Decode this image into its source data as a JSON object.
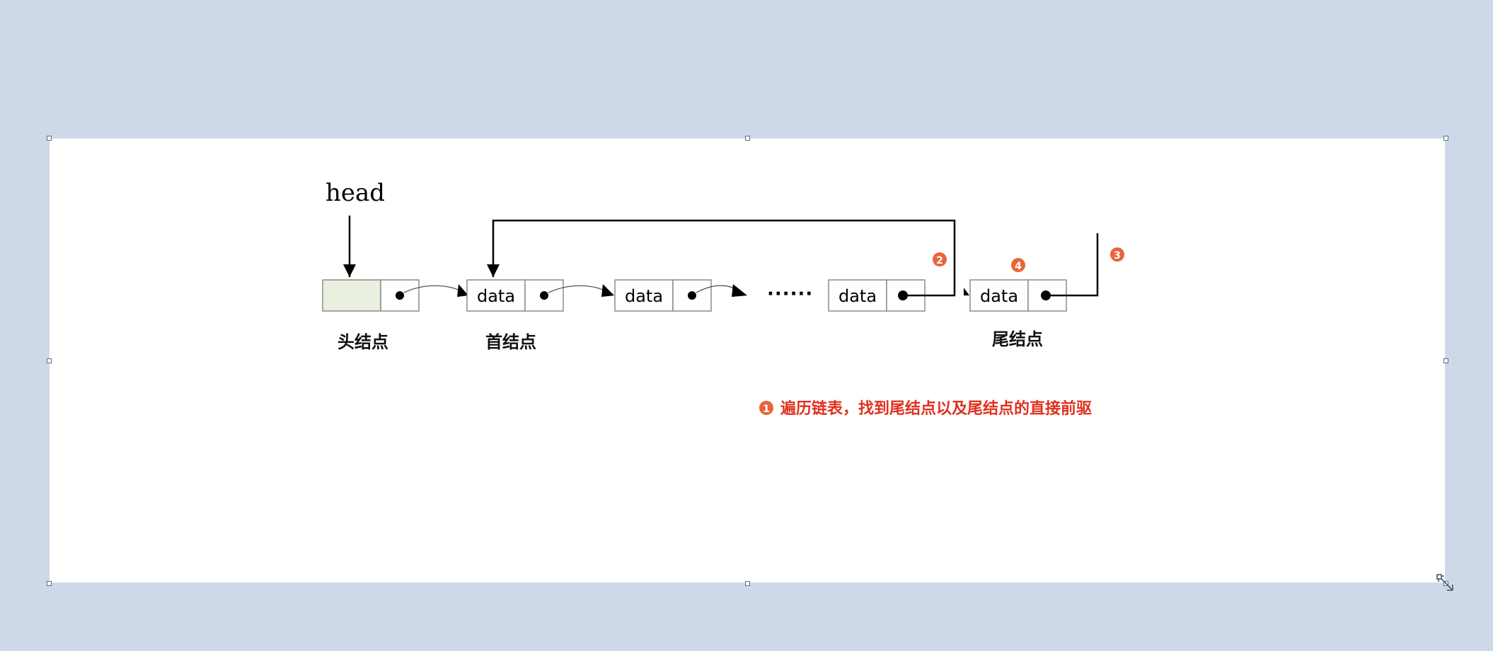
{
  "diagram": {
    "head_label": "head",
    "data_label": "data",
    "ellipsis": "······",
    "node_labels": {
      "head_node": "头结点",
      "first_node": "首结点",
      "tail_node": "尾结点"
    },
    "step_badges": [
      "2",
      "3",
      "4"
    ],
    "step_note": {
      "badge": "1",
      "text": "遍历链表，找到尾结点以及尾结点的直接前驱"
    },
    "colors": {
      "head_fill": "#e9f0df",
      "badge": "#e8653a",
      "note_text": "#e0301e",
      "box_border": "#8c8c8c",
      "line": "#000000"
    }
  }
}
